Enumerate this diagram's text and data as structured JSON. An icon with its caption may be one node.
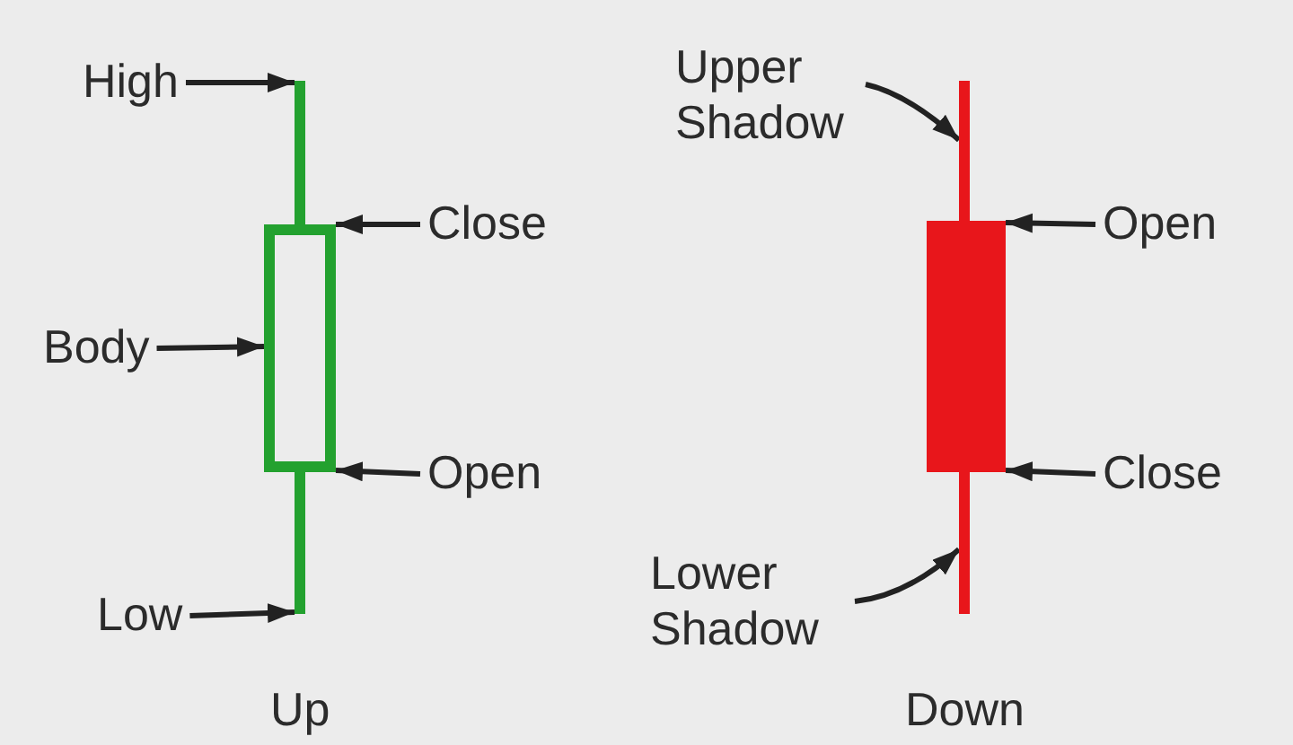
{
  "diagram": {
    "nodes": [
      {
        "text": [
          "High"
        ]
      },
      {
        "text": [],
        "shape": "bar"
      },
      {
        "text": [
          "Close"
        ]
      },
      {
        "text": [
          "Body"
        ]
      },
      {
        "text": [],
        "shape": "box"
      },
      {
        "text": [
          "Open"
        ]
      },
      {
        "text": [],
        "shape": "bar"
      },
      {
        "text": [
          "Low"
        ]
      },
      {
        "text": [
          "Upper Shadow"
        ]
      },
      {
        "text": [],
        "shape": "bar"
      },
      {
        "text": [
          "Open"
        ]
      },
      {
        "text": [],
        "shape": "box"
      },
      {
        "text": [
          "Close"
        ]
      },
      {
        "text": [
          "Lower Shadow"
        ]
      },
      {
        "text": [],
        "shape": "bar"
      }
    ],
    "edges": [
      {
        "from": 0,
        "to": 1,
        "arrow": "to"
      },
      {
        "from": 2,
        "to": 4,
        "arrow": "to"
      },
      {
        "from": 3,
        "to": 4,
        "arrow": "to"
      },
      {
        "from": 5,
        "to": 4,
        "arrow": "to"
      },
      {
        "from": 7,
        "to": 6,
        "arrow": "to"
      },
      {
        "from": 8,
        "to": 9,
        "arrow": "to"
      },
      {
        "from": 10,
        "to": 11,
        "arrow": "to"
      },
      {
        "from": 12,
        "to": 11,
        "arrow": "to"
      },
      {
        "from": 13,
        "to": 14,
        "arrow": "to"
      }
    ],
    "labels": [
      "Up",
      "Down"
    ]
  }
}
